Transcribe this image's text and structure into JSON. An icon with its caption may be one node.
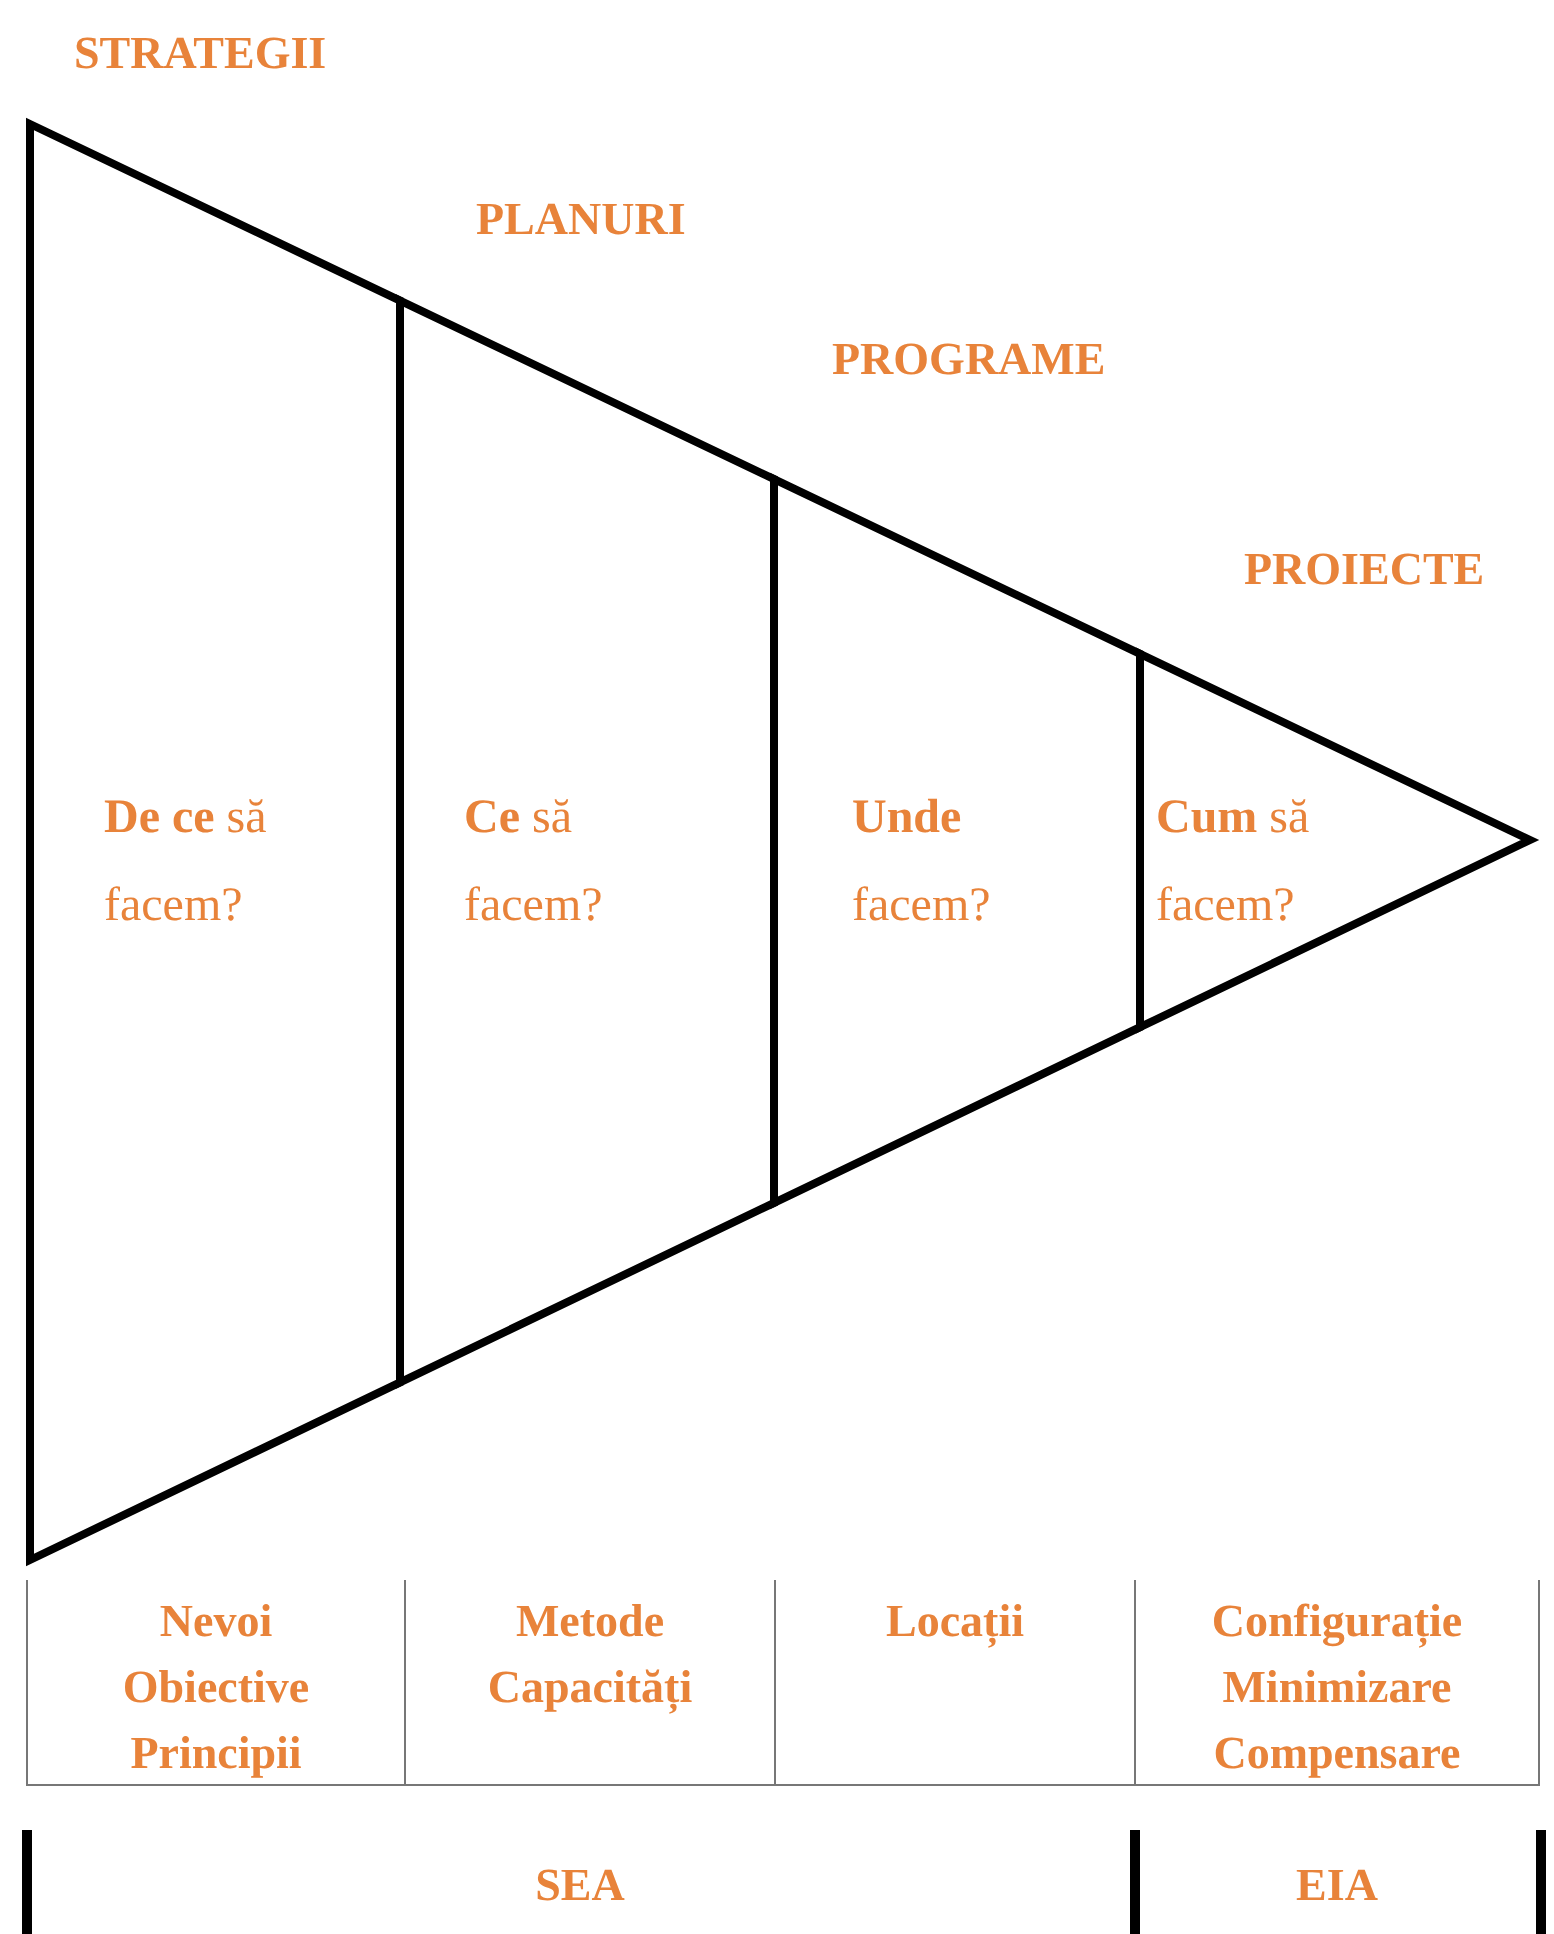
{
  "diagram": {
    "nodes": [
      {
        "text": [
          "STRATEGII",
          "**De ce** să facem?"
        ]
      },
      {
        "text": [
          "PLANURI",
          "**Ce** să facem?"
        ]
      },
      {
        "text": [
          "PROGRAME",
          "**Unde** facem?"
        ]
      },
      {
        "text": [
          "PROIECTE",
          "**Cum** să facem?"
        ]
      }
    ],
    "edges": [],
    "labels": [
      "Nevoi",
      "Obiective",
      "Principii",
      "Metode",
      "Capacități",
      "Locații",
      "Configurație",
      "Minimizare",
      "Compensare",
      "SEA",
      "EIA"
    ]
  }
}
